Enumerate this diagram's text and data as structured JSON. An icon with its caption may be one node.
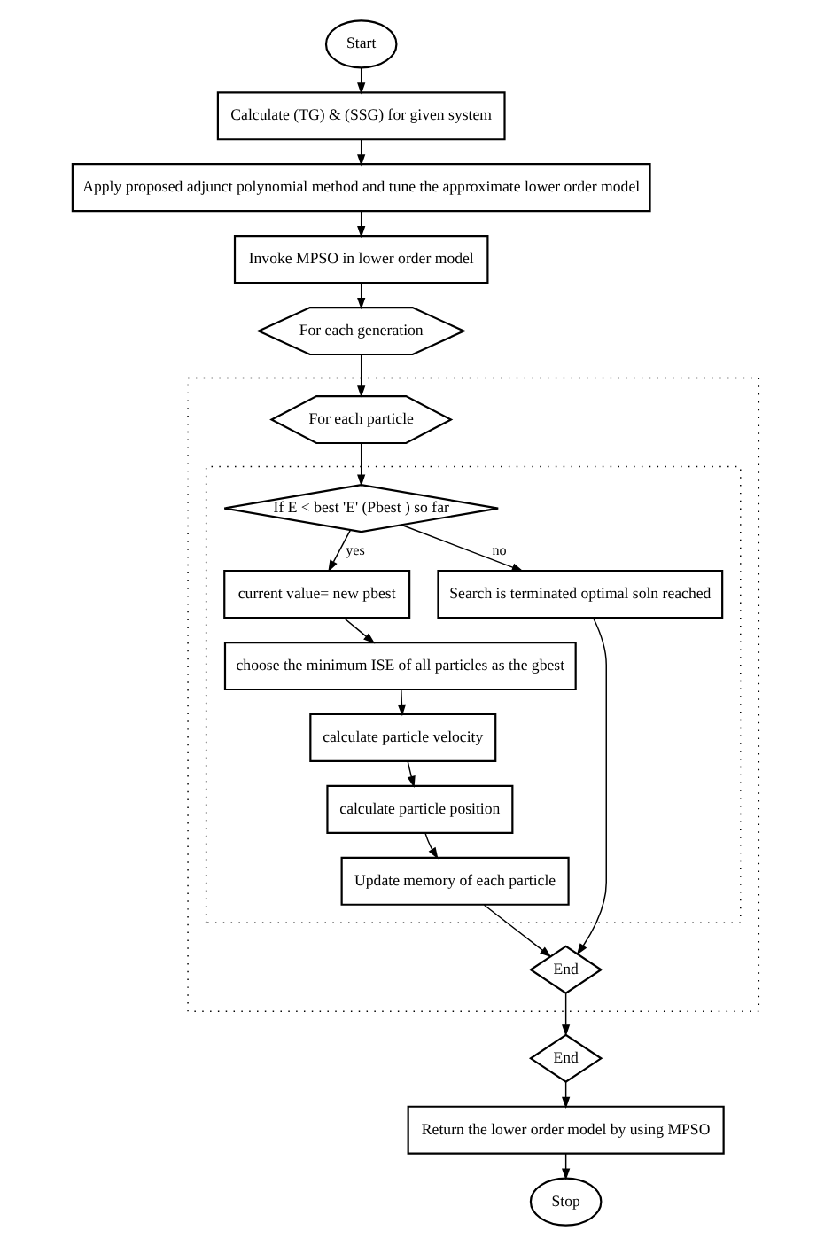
{
  "diagram": {
    "nodes": [
      {
        "text": [
          "Start"
        ]
      },
      {
        "text": [
          "Calculate (TG) & (SSG) for given system"
        ]
      },
      {
        "text": [
          "Apply proposed adjunct polynomial method and tune the approximate lower order model"
        ]
      },
      {
        "text": [
          "Invoke MPSO in lower order model"
        ]
      },
      {
        "text": [
          "For each generation"
        ]
      },
      {
        "text": [],
        "shape": "box"
      },
      {
        "text": [
          "For each particle"
        ],
        "in": 5
      },
      {
        "text": [],
        "shape": "box",
        "in": 5
      },
      {
        "text": [
          "If E < best 'E' (Pbest ) so far"
        ],
        "in": 7
      },
      {
        "text": [
          "Search is terminated optimal soln reached"
        ],
        "in": 7
      },
      {
        "text": [
          "current value= new pbest"
        ],
        "in": 7
      },
      {
        "text": [
          "choose the minimum ISE of all particles as the gbest"
        ],
        "in": 7
      },
      {
        "text": [
          "calculate particle velocity"
        ],
        "in": 7
      },
      {
        "text": [
          "calculate particle position"
        ],
        "in": 7
      },
      {
        "text": [
          "Update memory of each particle"
        ],
        "in": 7
      },
      {
        "text": [
          "End"
        ],
        "in": 5
      },
      {
        "text": [
          "End"
        ]
      },
      {
        "text": [
          "Return the lower order model by using MPSO"
        ]
      },
      {
        "text": [
          "Stop"
        ]
      }
    ],
    "edges": [
      {
        "from": 0,
        "to": 1,
        "arrow": "to"
      },
      {
        "from": 1,
        "to": 2,
        "arrow": "to"
      },
      {
        "from": 2,
        "to": 3,
        "arrow": "to"
      },
      {
        "from": 3,
        "to": 4,
        "arrow": "to"
      },
      {
        "from": 4,
        "to": 6,
        "arrow": "to"
      },
      {
        "from": 6,
        "to": 8,
        "arrow": "to"
      },
      {
        "from": 8,
        "to": 9,
        "arrow": "to",
        "label": "no"
      },
      {
        "from": 8,
        "to": 10,
        "arrow": "to",
        "label": "yes"
      },
      {
        "from": 10,
        "to": 11,
        "arrow": "to"
      },
      {
        "from": 11,
        "to": 12,
        "arrow": "to"
      },
      {
        "from": 12,
        "to": 13,
        "arrow": "to"
      },
      {
        "from": 13,
        "to": 14,
        "arrow": "to"
      },
      {
        "from": 14,
        "to": 15,
        "arrow": "to"
      },
      {
        "from": 9,
        "to": 15,
        "arrow": "to"
      },
      {
        "from": 15,
        "to": 16,
        "arrow": "to"
      },
      {
        "from": 16,
        "to": 17,
        "arrow": "to"
      },
      {
        "from": 17,
        "to": 18,
        "arrow": "to"
      }
    ]
  }
}
